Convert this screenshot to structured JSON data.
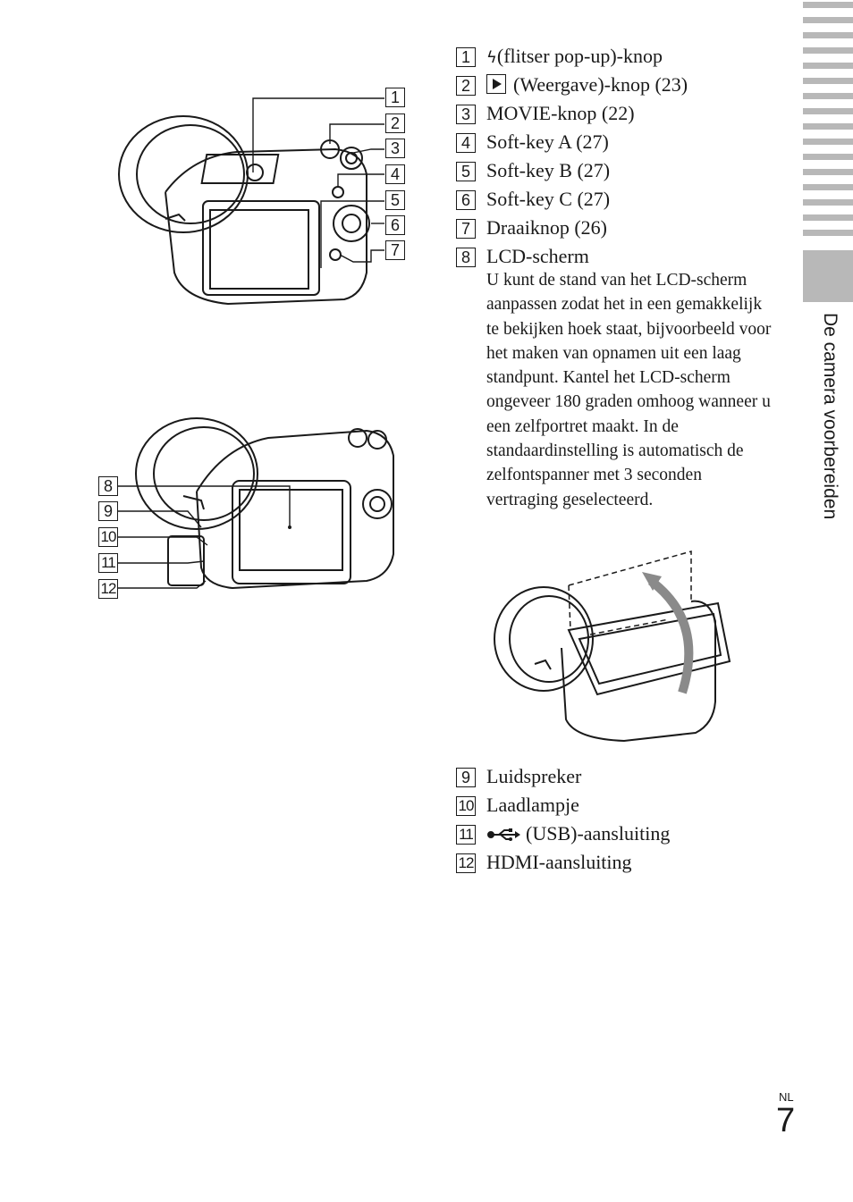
{
  "items_top": [
    {
      "num": "1",
      "icon": "flash-icon",
      "text": "(flitser pop-up)-knop"
    },
    {
      "num": "2",
      "icon": "playback-icon",
      "text": "(Weergave)-knop (23)"
    },
    {
      "num": "3",
      "icon": "",
      "text": "MOVIE-knop (22)"
    },
    {
      "num": "4",
      "icon": "",
      "text": "Soft-key A (27)"
    },
    {
      "num": "5",
      "icon": "",
      "text": "Soft-key B (27)"
    },
    {
      "num": "6",
      "icon": "",
      "text": "Soft-key C (27)"
    },
    {
      "num": "7",
      "icon": "",
      "text": "Draaiknop (26)"
    },
    {
      "num": "8",
      "icon": "",
      "text": "LCD-scherm"
    }
  ],
  "lcd_description": "U kunt de stand van het LCD-scherm aanpassen zodat het in een gemakkelijk te bekijken hoek staat, bijvoorbeeld voor het maken van opnamen uit een laag standpunt. Kantel het LCD-scherm ongeveer 180 graden omhoog wanneer u een zelfportret maakt. In de standaardinstelling is automatisch de zelfontspanner met 3 seconden vertraging geselecteerd.",
  "items_bottom": [
    {
      "num": "9",
      "icon": "",
      "text": "Luidspreker"
    },
    {
      "num": "10",
      "icon": "",
      "text": "Laadlampje"
    },
    {
      "num": "11",
      "icon": "usb-icon",
      "text": "(USB)-aansluiting"
    },
    {
      "num": "12",
      "icon": "",
      "text": "HDMI-aansluiting"
    }
  ],
  "diagram_callouts_top": [
    "1",
    "2",
    "3",
    "4",
    "5",
    "6",
    "7"
  ],
  "diagram_callouts_bottom": [
    "8",
    "9",
    "10",
    "11",
    "12"
  ],
  "side_section_title": "De camera voorbereiden",
  "page": {
    "lang": "NL",
    "number": "7"
  }
}
